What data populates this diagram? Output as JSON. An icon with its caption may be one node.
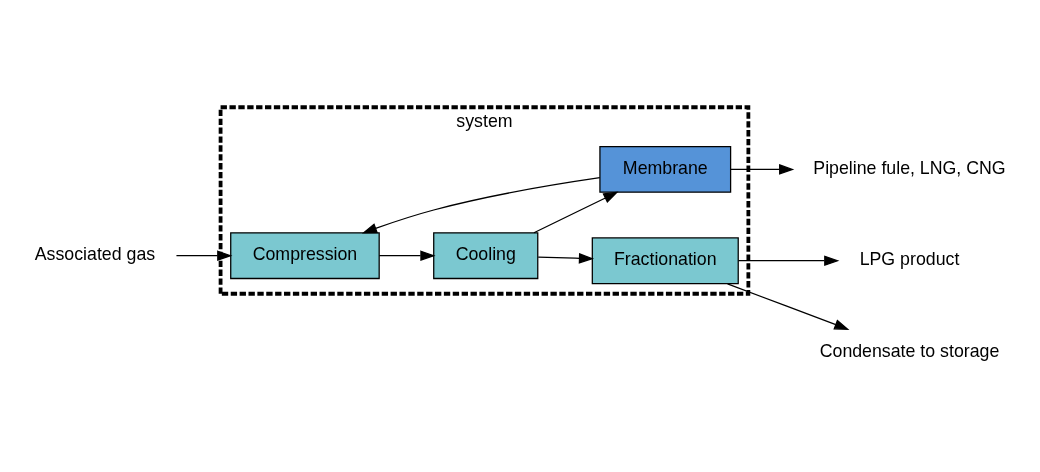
{
  "diagram": {
    "nodes": [
      {
        "text": [
          "system"
        ]
      },
      {
        "text": [
          "Compression"
        ],
        "in": 0
      },
      {
        "text": [
          "Cooling"
        ],
        "in": 0
      },
      {
        "text": [
          "Membrane"
        ],
        "in": 0
      },
      {
        "text": [
          "Fractionation"
        ],
        "in": 0
      },
      {
        "text": [
          "Associated gas"
        ]
      },
      {
        "text": [
          "Pipeline fule, LNG, CNG"
        ]
      },
      {
        "text": [
          "LPG product"
        ]
      },
      {
        "text": [
          "Condensate to storage"
        ]
      }
    ],
    "edges": [
      {
        "from": 5,
        "to": 1,
        "arrow": "to"
      },
      {
        "from": 1,
        "to": 2,
        "arrow": "to"
      },
      {
        "from": 2,
        "to": 3,
        "arrow": "to"
      },
      {
        "from": 3,
        "to": 1,
        "arrow": "to"
      },
      {
        "from": 2,
        "to": 4,
        "arrow": "to"
      },
      {
        "from": 3,
        "to": 6,
        "arrow": "to"
      },
      {
        "from": 4,
        "to": 7,
        "arrow": "to"
      },
      {
        "from": 4,
        "to": 8,
        "arrow": "to"
      }
    ]
  }
}
